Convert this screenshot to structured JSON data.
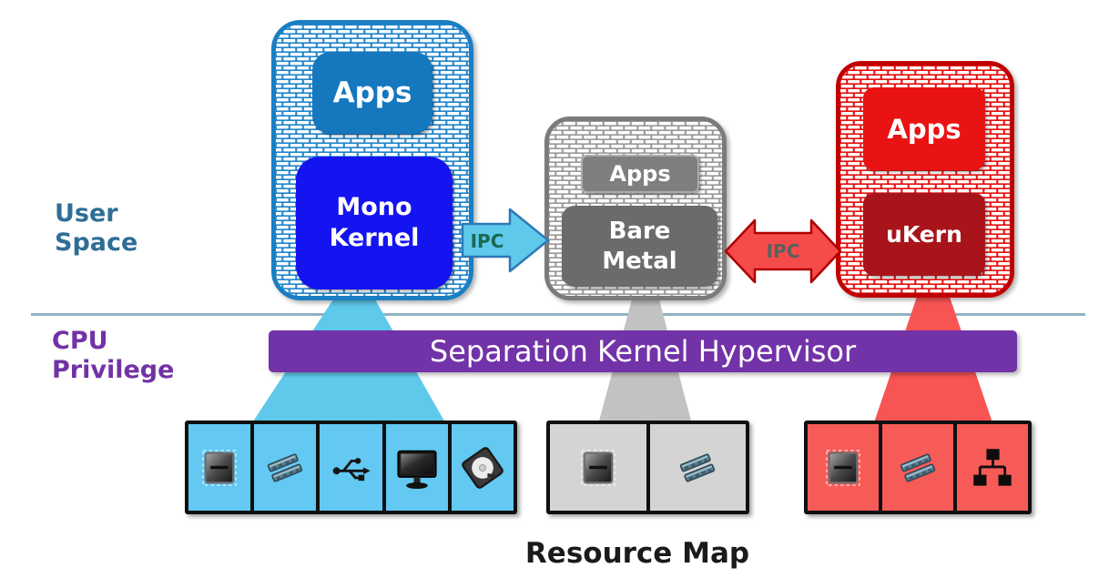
{
  "labels": {
    "user_space": "User\nSpace",
    "cpu_privilege": "CPU\nPrivilege",
    "hypervisor_bar": "Separation Kernel Hypervisor",
    "resource_map": "Resource Map"
  },
  "partitions": {
    "mono": {
      "apps": "Apps",
      "kernel": "Mono\nKernel"
    },
    "bare": {
      "apps": "Apps",
      "kernel": "Bare\nMetal"
    },
    "micro": {
      "apps": "Apps",
      "kernel": "uKern"
    }
  },
  "arrows": {
    "ipc_left": "IPC",
    "ipc_right": "IPC"
  },
  "resources": {
    "mono": [
      "cpu",
      "memory",
      "usb",
      "monitor",
      "disk"
    ],
    "bare": [
      "cpu",
      "memory"
    ],
    "micro": [
      "cpu",
      "memory",
      "network"
    ]
  },
  "colors": {
    "blue_container_border": "#1A7EC3",
    "blue_brick_fill": "#2286CB",
    "apps_blue_box": "#1578BE",
    "mono_kernel_box": "#1414F0",
    "gray_container_border": "#7B7B7B",
    "gray_brick_fill": "#9A9A9A",
    "apps_gray_box": "#7F7F7F",
    "bare_metal_box": "#6B6B6B",
    "red_container_border": "#C00000",
    "red_brick_fill": "#E31212",
    "apps_red_box": "#EA1313",
    "ukern_box": "#A9141A",
    "hypervisor_bar": "#7232A8",
    "funnel_blue": "#5FC9EC",
    "funnel_gray": "#C2C2C2",
    "funnel_red": "#F75454",
    "ipc_arrow_blue": "#5FC9EC",
    "ipc_arrow_red": "#F54B4B",
    "ipc_text_blue_arrow": "#1A6A50",
    "ipc_text_red_arrow": "#59615A",
    "resource_cell_blue": "#63C8F2",
    "resource_cell_gray": "#D4D4D4",
    "resource_cell_red": "#F75B58",
    "user_space_text": "#2E6E96",
    "cpu_privilege_text": "#7232A6",
    "divider_line": "#8FB3C0"
  }
}
